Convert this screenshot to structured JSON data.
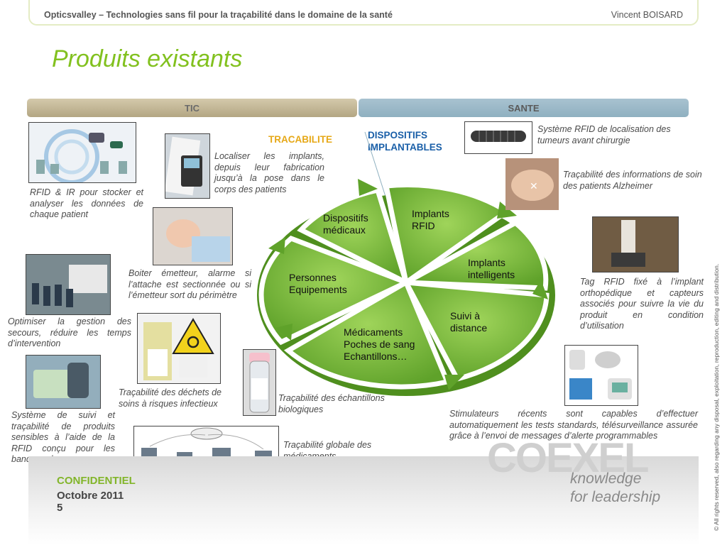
{
  "header": {
    "title": "Opticsvalley – Technologies sans fil pour la traçabilité dans le domaine de la santé",
    "author": "Vincent BOISARD"
  },
  "slide_title": "Produits existants",
  "sections": {
    "tic": "TIC",
    "sante": "SANTE"
  },
  "categories": {
    "tracabilite": "TRACABILITE",
    "dispositifs": "DISPOSITIFS IMPLANTABLES"
  },
  "wheel": {
    "segments": [
      "Dispositifs médicaux",
      "Implants RFID",
      "Implants intelligents",
      "Suivi à distance",
      "Médicaments Poches de sang Echantillons…",
      "Personnes Equipements"
    ],
    "color": "#7fbd3a"
  },
  "captions": {
    "rfid_ir": "RFID & IR pour stocker et analyser les données de chaque patient",
    "localiser": "Localiser les implants, depuis leur fabrication jusqu’à la pose dans le corps des patients",
    "boiter": "Boiter émetteur, alarme si l’attache est sectionnée ou si l’émetteur sort du périmètre",
    "secours": "Optimiser la gestion des secours, réduire les temps d’intervention",
    "dechets": "Traçabilité des déchets de soins à risques infectieux",
    "echantillons": "Traçabilité des échantillons biologiques",
    "suivi_sang": "Système de suivi et traçabilité de produits sensibles à l’aide de la RFID conçu pour les banques du sang",
    "medicaments": "Traçabilité globale des médicaments",
    "tumeurs": "Système RFID de localisation des tumeurs avant chirurgie",
    "alzheimer": "Traçabilité des informations de soin des patients Alzheimer",
    "orthopedique": "Tag RFID fixé à l’implant orthopédique et capteurs associés pour suivre la vie du produit en condition d’utilisation",
    "stimulateurs": "Stimulateurs récents sont capables d’effectuer automatiquement les tests standards, télésurveillance assurée grâce à l’envoi de messages d’alerte programmables"
  },
  "footer": {
    "confidential": "CONFIDENTIEL",
    "date": "Octobre 2011",
    "page": "5",
    "logo": "COEXEL",
    "tagline_1": "knowledge",
    "tagline_2": "for leadership",
    "copyright": "© All rights reserved, also regarding any disposal, exploitation, reproduction, editing and distribution."
  },
  "colors": {
    "accent_green": "#82c11f",
    "tracabilite": "#e6a817",
    "dispositifs": "#1a5fa8"
  }
}
